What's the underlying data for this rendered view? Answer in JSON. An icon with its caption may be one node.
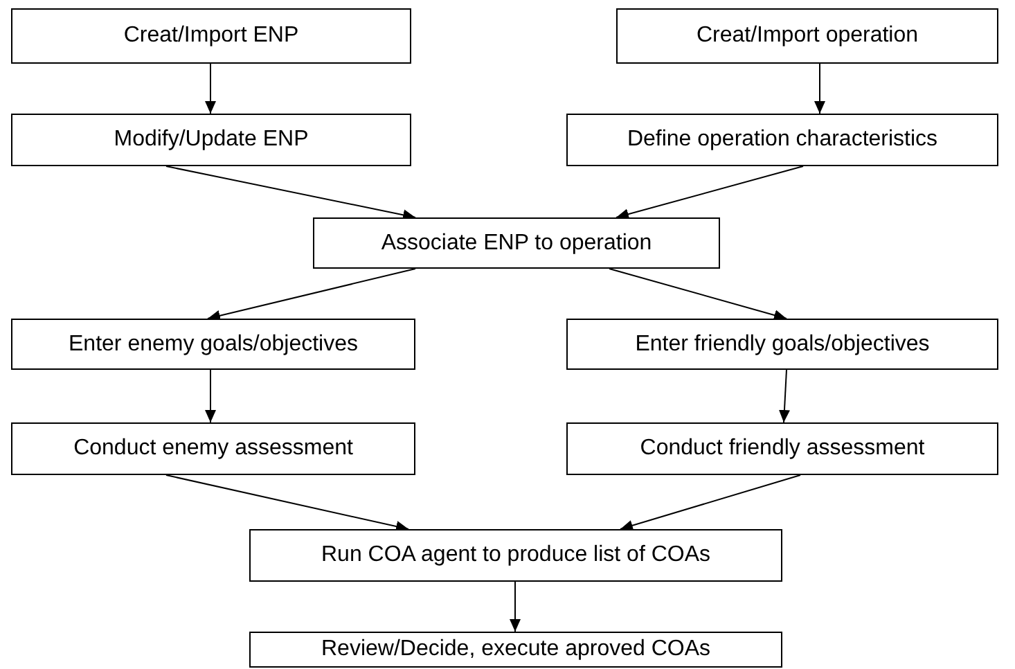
{
  "diagram": {
    "nodes": [
      {
        "text": [
          "Creat/Import ENP"
        ]
      },
      {
        "text": [
          "Creat/Import operation"
        ]
      },
      {
        "text": [
          "Modify/Update ENP"
        ]
      },
      {
        "text": [
          "Define operation characteristics"
        ]
      },
      {
        "text": [
          "Associate ENP to operation"
        ]
      },
      {
        "text": [
          "Enter enemy goals/objectives"
        ]
      },
      {
        "text": [
          "Enter friendly goals/objectives"
        ]
      },
      {
        "text": [
          "Conduct enemy assessment"
        ]
      },
      {
        "text": [
          "Conduct friendly assessment"
        ]
      },
      {
        "text": [
          "Run COA agent to produce list of COAs"
        ]
      },
      {
        "text": [
          "Review/Decide, execute aproved COAs"
        ]
      }
    ],
    "edges": [
      {
        "from": 0,
        "to": 2,
        "arrow": "to"
      },
      {
        "from": 1,
        "to": 3,
        "arrow": "to"
      },
      {
        "from": 2,
        "to": 4,
        "arrow": "to"
      },
      {
        "from": 3,
        "to": 4,
        "arrow": "to"
      },
      {
        "from": 4,
        "to": 5,
        "arrow": "to"
      },
      {
        "from": 4,
        "to": 6,
        "arrow": "to"
      },
      {
        "from": 5,
        "to": 7,
        "arrow": "to"
      },
      {
        "from": 6,
        "to": 8,
        "arrow": "to"
      },
      {
        "from": 7,
        "to": 9,
        "arrow": "to"
      },
      {
        "from": 8,
        "to": 9,
        "arrow": "to"
      },
      {
        "from": 9,
        "to": 10,
        "arrow": "to"
      }
    ]
  }
}
